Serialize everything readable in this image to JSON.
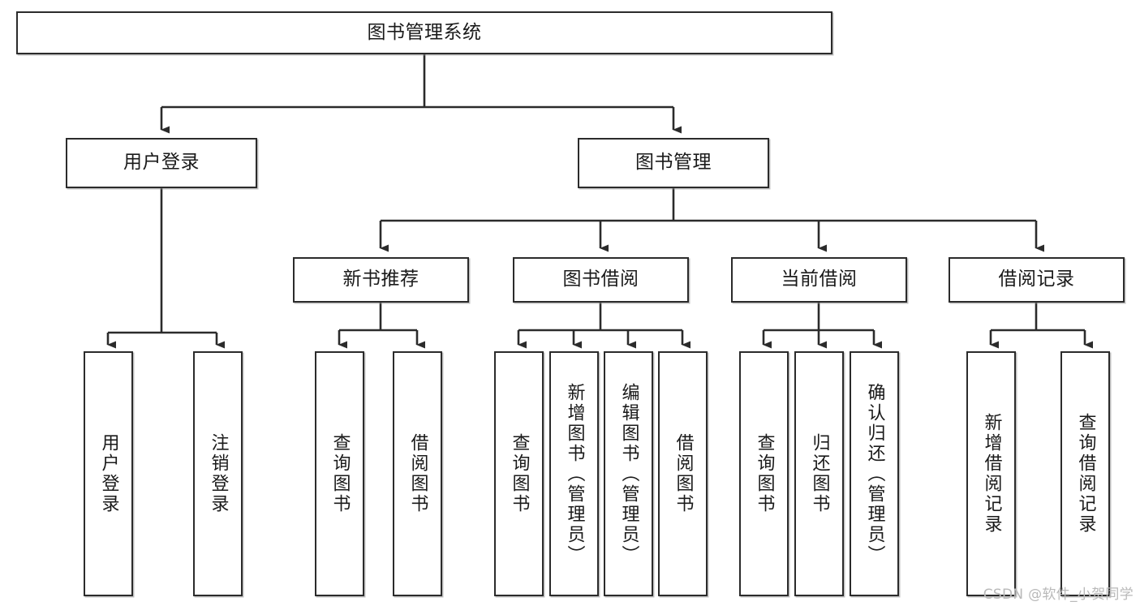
{
  "diagram": {
    "title": "图书管理系统",
    "type": "hierarchy-tree",
    "colors": {
      "box_border": "#2b2b2b",
      "box_fill": "#ffffff",
      "connector": "#2b2b2b",
      "text": "#1a1a1a",
      "watermark": "#b9b9b9"
    },
    "levels": {
      "root": {
        "label": "图书管理系统"
      },
      "level2": [
        {
          "label": "用户登录"
        },
        {
          "label": "图书管理"
        }
      ],
      "level3": [
        {
          "label": "新书推荐"
        },
        {
          "label": "图书借阅"
        },
        {
          "label": "当前借阅"
        },
        {
          "label": "借阅记录"
        }
      ],
      "leaves": {
        "user_login": [
          {
            "label": "用户登录"
          },
          {
            "label": "注销登录"
          }
        ],
        "new_book_recommend": [
          {
            "label": "查询图书"
          },
          {
            "label": "借阅图书"
          }
        ],
        "book_borrow": [
          {
            "label": "查询图书"
          },
          {
            "label": "新增图书（管理员）"
          },
          {
            "label": "编辑图书（管理员）"
          },
          {
            "label": "借阅图书"
          }
        ],
        "current_borrow": [
          {
            "label": "查询图书"
          },
          {
            "label": "归还图书"
          },
          {
            "label": "确认归还（管理员）"
          }
        ],
        "borrow_record": [
          {
            "label": "新增借阅记录"
          },
          {
            "label": "查询借阅记录"
          }
        ]
      }
    }
  },
  "watermark": {
    "text": "CSDN @软件_小贺同学"
  }
}
